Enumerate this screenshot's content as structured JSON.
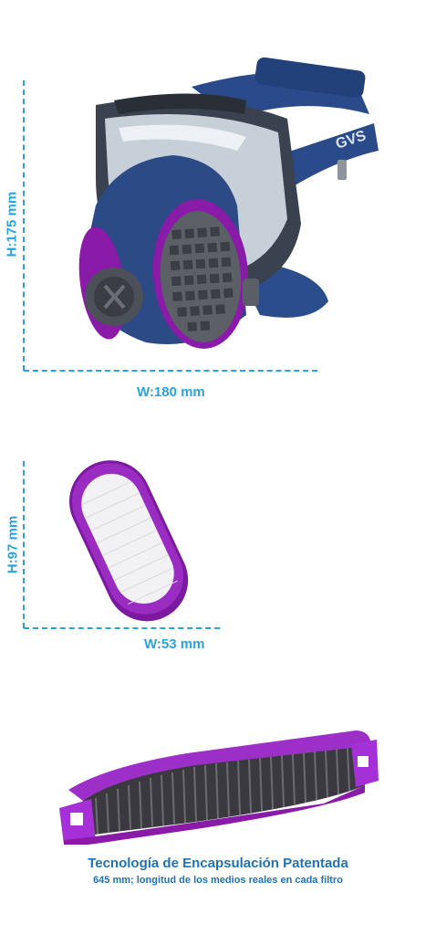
{
  "mask": {
    "height_label": "H:175 mm",
    "width_label": "W:180 mm",
    "brand": "GVS"
  },
  "filter": {
    "height_label": "H:97 mm",
    "width_label": "W:53 mm"
  },
  "caption": {
    "title": "Tecnología de Encapsulación Patentada",
    "subtitle": "645 mm; longitud de los medios reales en cada filtro"
  },
  "colors": {
    "dimension": "#2aa3dc",
    "caption": "#1f73b5",
    "purple": "#8a1aa8",
    "navy": "#23385e"
  }
}
